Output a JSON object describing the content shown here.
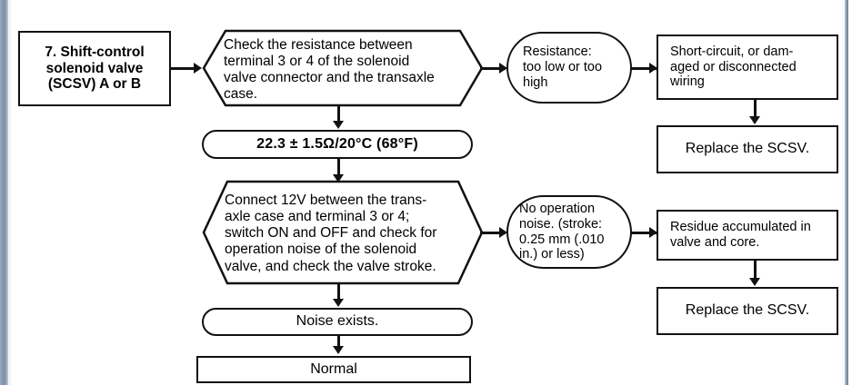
{
  "diagram": {
    "title": "Shift-control solenoid valve (SCSV) diagnostic flowchart",
    "nodes": {
      "start_box": {
        "label": "7. Shift-control\nsolenoid valve\n(SCSV) A or B",
        "shape": "rectangle"
      },
      "check_resistance": {
        "label": "Check the resistance between\nterminal 3 or 4 of the solenoid\nvalve connector and the transaxle\ncase.",
        "shape": "hexagon"
      },
      "resistance_fault": {
        "label": "Resistance:\ntoo low or too\nhigh",
        "shape": "stadium"
      },
      "short_circuit": {
        "label": "Short-circuit, or dam-\naged or disconnected\nwiring",
        "shape": "rectangle"
      },
      "replace_scsv_1": {
        "label": "Replace the SCSV.",
        "shape": "rectangle"
      },
      "resistance_spec": {
        "label": "22.3 ± 1.5Ω/20°C (68°F)",
        "shape": "stadium"
      },
      "connect_12v": {
        "label": "Connect 12V between the trans-\naxle case and terminal 3 or 4;\nswitch ON and OFF and check for\noperation noise of the solenoid\nvalve, and check the valve stroke.",
        "shape": "hexagon"
      },
      "no_operation_noise": {
        "label": "No operation\nnoise. (stroke:\n0.25 mm (.010\nin.) or less)",
        "shape": "stadium"
      },
      "residue": {
        "label": "Residue accumulated in\nvalve and core.",
        "shape": "rectangle"
      },
      "replace_scsv_2": {
        "label": "Replace the SCSV.",
        "shape": "rectangle"
      },
      "noise_exists": {
        "label": "Noise exists.",
        "shape": "stadium"
      },
      "normal": {
        "label": "Normal",
        "shape": "rectangle"
      }
    },
    "colors": {
      "line": "#111111",
      "background": "#ffffff",
      "page_edge": "#7d8fa8"
    }
  }
}
